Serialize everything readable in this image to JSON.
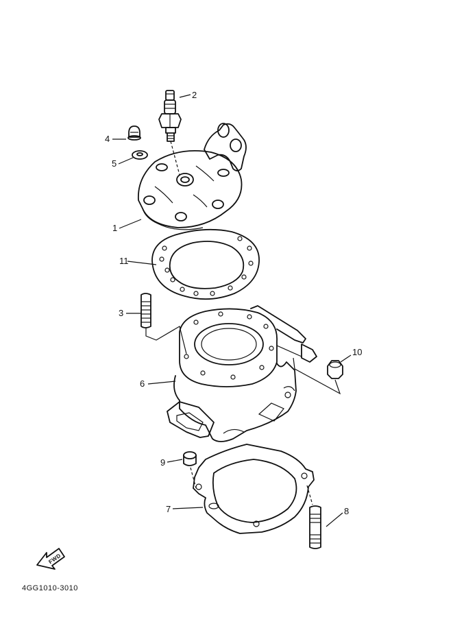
{
  "diagram": {
    "part_code": "4GG1010-3010",
    "fwd_label": "FWD",
    "callouts": [
      {
        "id": "1",
        "label": "1"
      },
      {
        "id": "2",
        "label": "2"
      },
      {
        "id": "3",
        "label": "3"
      },
      {
        "id": "4",
        "label": "4"
      },
      {
        "id": "5",
        "label": "5"
      },
      {
        "id": "6",
        "label": "6"
      },
      {
        "id": "7",
        "label": "7"
      },
      {
        "id": "8",
        "label": "8"
      },
      {
        "id": "9",
        "label": "9"
      },
      {
        "id": "10",
        "label": "10"
      },
      {
        "id": "11",
        "label": "11"
      }
    ]
  }
}
